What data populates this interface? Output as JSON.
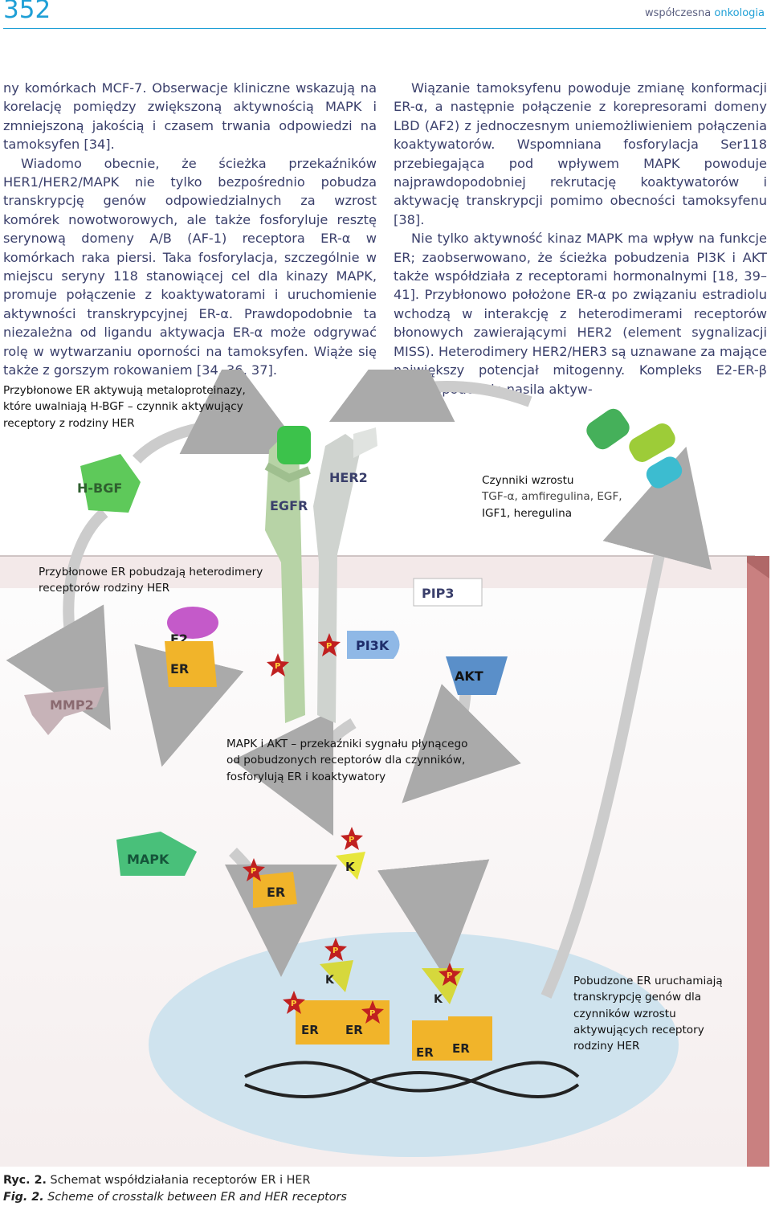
{
  "header": {
    "page_number": "352",
    "journal_prefix": "współczesna",
    "journal_accent": "onkologia",
    "accent_color": "#1e9fd6"
  },
  "text": {
    "left_p1": "ny komórkach MCF-7. Obserwacje kliniczne wskazują na korelację pomiędzy zwiększoną aktywnością MAPK i zmniejszoną jakością i czasem trwania odpowiedzi na tamoksyfen [34].",
    "left_p2": "Wiadomo obecnie, że ścieżka przekaźników HER1/HER2/MAPK nie tylko bezpośrednio pobudza transkrypcję genów odpowiedzialnych za wzrost komórek nowotworowych, ale także fosforyluje resztę serynową domeny A/B (AF-1) receptora ER-α w komórkach raka piersi. Taka fosforylacja, szczególnie w miejscu seryny 118 stanowiącej cel dla kinazy MAPK, promuje połączenie z koaktywatorami i uruchomienie aktywności transkrypcyjnej ER-α. Prawdopodobnie ta niezależna od ligandu aktywacja ER-α może odgrywać rolę w wytwarzaniu oporności na tamoksyfen. Wiąże się także z gorszym rokowaniem [34, 36, 37].",
    "right_p1": "Wiązanie tamoksyfenu powoduje zmianę konformacji ER-α, a następnie połączenie z korepresorami domeny LBD (AF2) z jednoczesnym uniemożliwieniem połączenia koaktywatorów. Wspomniana fosforylacja Ser118 przebiegająca pod wpływem MAPK powoduje najprawdopodobniej rekrutację koaktywatorów i aktywację transkrypcji pomimo obecności tamoksyfenu [38].",
    "right_p2": "Nie tylko aktywność kinaz MAPK ma wpływ na funkcje ER; zaobserwowano, że ścieżka pobudzenia PI3K i AKT także współdziała z receptorami hormonalnymi [18, 39–41]. Przybłonowo położone ER-α po związaniu estradiolu wchodzą w interakcję z heterodimerami receptorów błonowych zawierającymi HER2 (element sygnalizacji MISS). Heterodimery HER2/HER3 są uznawane za mające największy potencjał mitogenny. Kompleks E2-ER-β prawdopodobnie nasila aktyw-"
  },
  "figure": {
    "callout_top_l1": "Przybłonowe ER aktywują metaloproteinazy,",
    "callout_top_l2": "które uwalniają H-BGF – czynnik aktywujący",
    "callout_top_l3": "receptory z rodziny HER",
    "callout_gf_l1": "Czynniki wzrostu",
    "callout_gf_l2": "TGF-α, amfiregulina, EGF,",
    "callout_gf_l3": "IGF1, heregulina",
    "callout_mem_l1": "Przybłonowe ER pobudzają heterodimery",
    "callout_mem_l2": "receptorów rodziny HER",
    "callout_mapk_l1": "MAPK i AKT – przekaźniki sygnału płynącego",
    "callout_mapk_l2": "od pobudzonych receptorów dla czynników,",
    "callout_mapk_l3": "fosforylują ER i koaktywatory",
    "callout_nuc_l1": "Pobudzone ER uruchamiają",
    "callout_nuc_l2": "transkrypcję genów dla",
    "callout_nuc_l3": "czynników wzrostu",
    "callout_nuc_l4": "aktywujących receptory",
    "callout_nuc_l5": "rodziny HER",
    "labels": {
      "hbgf": "H-BGF",
      "egfr": "EGFR",
      "her2": "HER2",
      "pip3": "PIP3",
      "pi3k": "PI3K",
      "akt": "AKT",
      "e2": "E2",
      "er": "ER",
      "mmp2": "MMP2",
      "mapk": "MAPK",
      "k": "K",
      "p": "P"
    }
  },
  "caption": {
    "pl_label": "Ryc. 2.",
    "pl_text": "Schemat współdziałania receptorów ER i HER",
    "en_label": "Fig. 2.",
    "en_text": "Scheme of crosstalk between ER and HER receptors"
  }
}
